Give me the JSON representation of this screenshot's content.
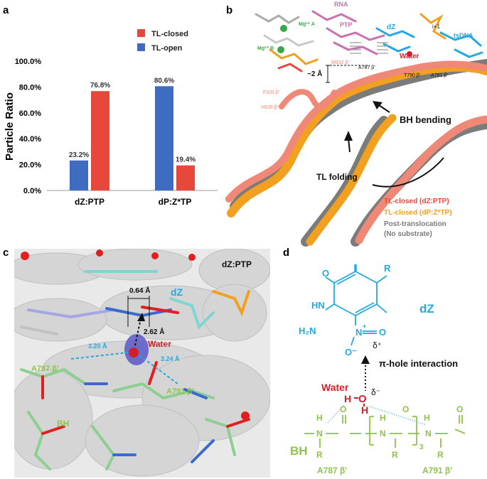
{
  "panel_labels": {
    "a": "a",
    "b": "b",
    "c": "c",
    "d": "d"
  },
  "colors": {
    "tl_closed": "#e8473c",
    "tl_open": "#3d6cc0",
    "orange": "#f2a020",
    "salmon": "#f08878",
    "gray": "#7b7b7b",
    "green": "#8cc54a",
    "cyan": "#23a9e1",
    "red": "#d4202a"
  },
  "chart_data": {
    "type": "bar",
    "categories": [
      "dZ:PTP",
      "dP:Z*TP"
    ],
    "series": [
      {
        "name": "TL-closed",
        "values": [
          76.8,
          19.4
        ]
      },
      {
        "name": "TL-open",
        "values": [
          23.2,
          80.6
        ]
      }
    ],
    "value_labels": {
      "TL-closed": [
        "76.8%",
        "19.4%"
      ],
      "TL-open": [
        "23.2%",
        "80.6%"
      ]
    },
    "ylabel": "Particle Ratio",
    "ylim": [
      0,
      100
    ],
    "yticks": [
      "0.0%",
      "20.0%",
      "40.0%",
      "60.0%",
      "80.0%",
      "100.0%"
    ],
    "legend_position": "top-right"
  },
  "panel_b": {
    "rna": "RNA",
    "ptp": "PTP",
    "dz": "dZ",
    "i1": "i+1",
    "tsdna": "tsDNA",
    "mg_a": "Mg²⁺ A",
    "mg_b": "Mg²⁺ B",
    "water": "Water",
    "m932": "M932 β'",
    "a787": "A787 β'",
    "t790": "T790 β'",
    "a791": "A791 β'",
    "dist": "~2 Å",
    "f935": "F935 β'",
    "h936": "H936 β'",
    "bh_bending": "BH bending",
    "tl_folding": "TL folding",
    "legend": [
      "TL-closed (dZ:PTP)",
      "TL-closed (dP:Z*TP)",
      "Post-translocation",
      "(No substrate)"
    ]
  },
  "panel_c": {
    "title": "dZ:PTP",
    "dz": "dZ",
    "water": "Water",
    "d064": "0.64 Å",
    "d262": "2.62 Å",
    "d320": "3.20 Å",
    "d324": "3.24 Å",
    "a787": "A787 β'",
    "a791": "A791 β'",
    "bh": "BH"
  },
  "panel_d": {
    "dz": "dZ",
    "R": "R",
    "O": "O",
    "HN": "HN",
    "H2N": "H₂N",
    "N": "N",
    "Nplus": "+",
    "Ominus": "O⁻",
    "delta_plus": "δ⁺",
    "delta_minus": "δ⁻",
    "pi_hole": "π-hole interaction",
    "water": "Water",
    "H": "H",
    "BH": "BH",
    "sub3": "3",
    "a787": "A787 β'",
    "a791": "A791 β'"
  }
}
